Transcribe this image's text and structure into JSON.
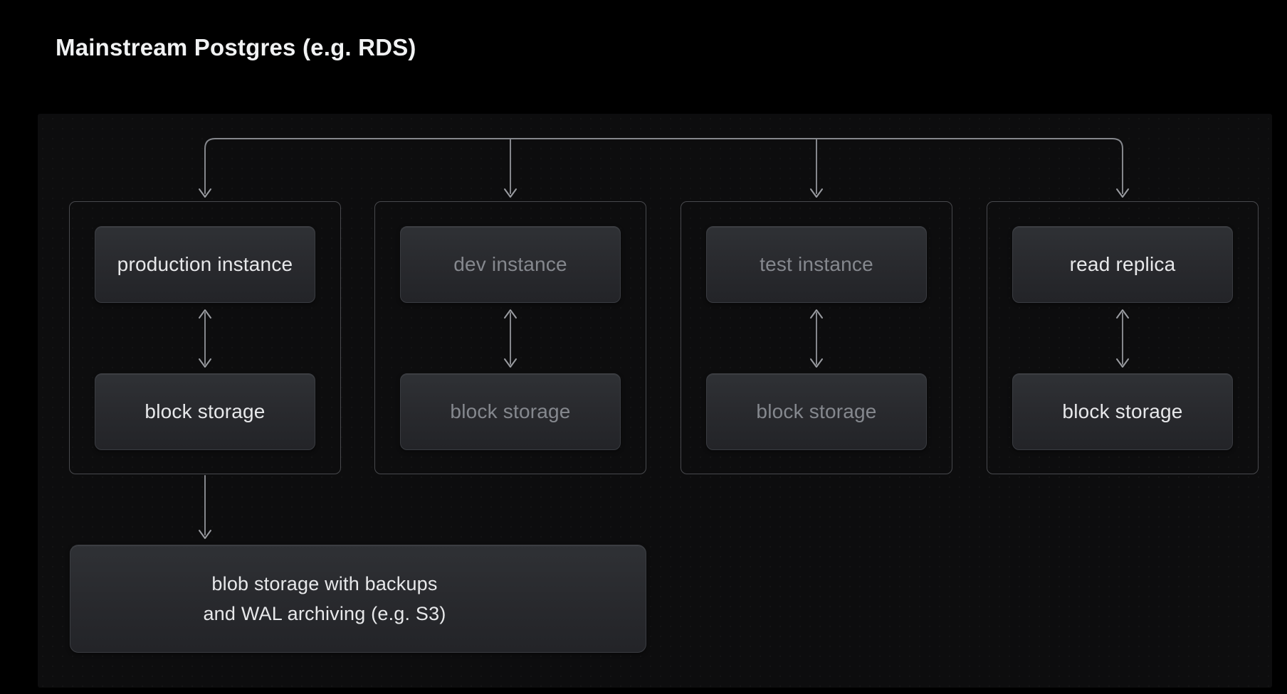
{
  "title": "Mainstream Postgres (e.g. RDS)",
  "diagram": {
    "groups": [
      {
        "id": "production",
        "instance_label": "production instance",
        "storage_label": "block storage",
        "emphasis": "bright"
      },
      {
        "id": "dev",
        "instance_label": "dev instance",
        "storage_label": "block storage",
        "emphasis": "dim"
      },
      {
        "id": "test",
        "instance_label": "test instance",
        "storage_label": "block storage",
        "emphasis": "dim"
      },
      {
        "id": "read-replica",
        "instance_label": "read replica",
        "storage_label": "block storage",
        "emphasis": "bright"
      }
    ],
    "blob_box": {
      "line1": "blob storage with backups",
      "line2": "and WAL archiving (e.g. S3)"
    },
    "connections": [
      "fan-out from top rail to all four groups",
      "bidirectional arrow between each instance and its block storage",
      "arrow from production group down to blob storage"
    ]
  },
  "colors": {
    "page_background": "#000000",
    "panel_background": "#0d0d0e",
    "node_fill_top": "#2f3135",
    "node_fill_bottom": "#232428",
    "group_border": "#48494d",
    "line": "#85878c",
    "text_bright": "#e7e8ea",
    "text_dim": "#85888e",
    "title_text": "#f1f2f3"
  }
}
